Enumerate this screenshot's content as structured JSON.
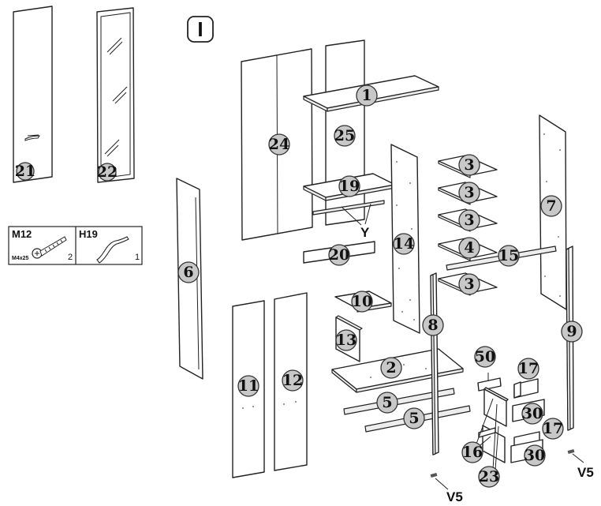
{
  "step": "I",
  "parts": {
    "p1": "1",
    "p2": "2",
    "p3": "3",
    "p4": "4",
    "p5": "5",
    "p6": "6",
    "p7": "7",
    "p8": "8",
    "p9": "9",
    "p10": "10",
    "p11": "11",
    "p12": "12",
    "p13": "13",
    "p14": "14",
    "p15": "15",
    "p16": "16",
    "p17": "17",
    "p19": "19",
    "p20": "20",
    "p21": "21",
    "p22": "22",
    "p23": "23",
    "p24": "24",
    "p25": "25",
    "p30": "30",
    "p50": "50"
  },
  "labels": {
    "y": "Y",
    "v5": "V5"
  },
  "hardware": [
    {
      "code": "M12",
      "size": "M4x25",
      "qty": "2",
      "icon": "screw-icon"
    },
    {
      "code": "H19",
      "size": "",
      "qty": "1",
      "icon": "handle-icon"
    }
  ]
}
